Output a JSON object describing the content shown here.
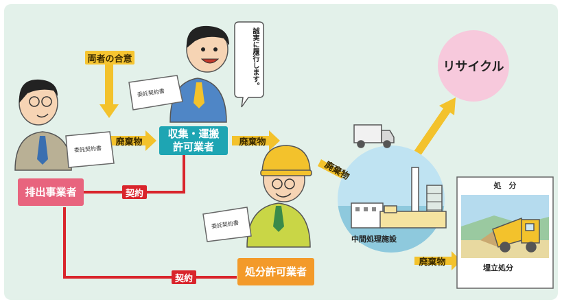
{
  "labels": {
    "consent": "両者の合意",
    "waste1": "廃棄物",
    "waste2": "廃棄物",
    "waste3": "廃棄物",
    "waste4": "廃棄物",
    "contract1": "契約",
    "contract2": "契約",
    "recycle": "リサイクル",
    "disposal_title": "処　分",
    "landfill": "埋立処分",
    "intermediate": "中間処理施設",
    "speech": "誠実に履行します。"
  },
  "nodes": {
    "discharger": "排出事業者",
    "collector_line1": "収集・運搬",
    "collector_line2": "許可業者",
    "disposer": "処分許可業者"
  },
  "documents": {
    "doc1": "委託契約書",
    "doc2": "委託契約書",
    "doc3": "委託契約書"
  },
  "colors": {
    "background": "#e3f1ea",
    "discharger_box": "#e8647e",
    "collector_box": "#1ea5b3",
    "disposer_box": "#f39a2a",
    "arrow": "#f3c22c",
    "contract_line": "#d9252c",
    "recycle_circle": "#f7c9dc"
  },
  "icons": [
    "truck-icon",
    "dump-truck-icon",
    "factory-icon",
    "document-icon",
    "person-icon"
  ]
}
